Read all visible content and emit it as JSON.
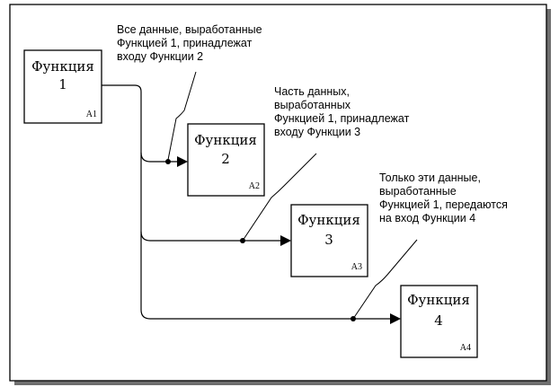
{
  "functions": [
    {
      "name": "Функция",
      "number": "1",
      "code": "A1"
    },
    {
      "name": "Функция",
      "number": "2",
      "code": "A2"
    },
    {
      "name": "Функция",
      "number": "3",
      "code": "A3"
    },
    {
      "name": "Функция",
      "number": "4",
      "code": "A4"
    }
  ],
  "notes": [
    {
      "lines": [
        "Все данные, выработанные",
        "Функцией 1, принадлежат",
        "входу Функции 2"
      ]
    },
    {
      "lines": [
        "Часть данных,",
        "выработанных",
        "Функцией 1, принадлежат",
        "входу Функции 3"
      ]
    },
    {
      "lines": [
        "Только эти данные,",
        "выработанные",
        "Функцией 1, передаются",
        "на вход Функции 4"
      ]
    }
  ]
}
